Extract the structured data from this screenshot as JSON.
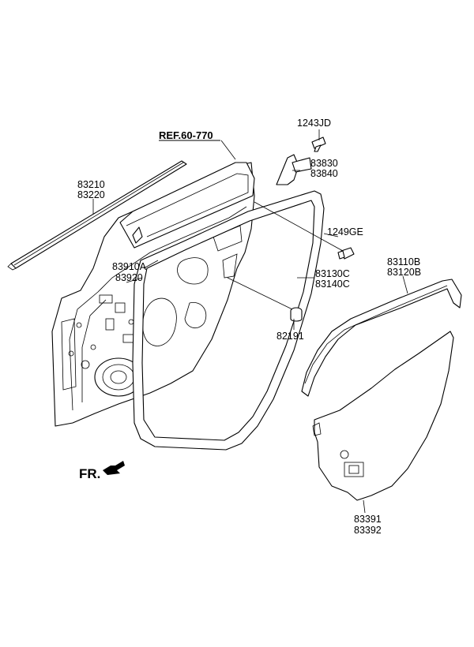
{
  "reference": "REF.60-770",
  "direction_label": "FR.",
  "labels": {
    "bolt_top": "1243JD",
    "bracket_a": "83830",
    "bracket_b": "83840",
    "bolt_right": "1249GE",
    "belt_a": "83210",
    "belt_b": "83220",
    "seal_trim_a": "83910A",
    "seal_trim_b": "83920",
    "weatherstrip_a": "83130C",
    "weatherstrip_b": "83140C",
    "plug": "82191",
    "channel_a": "83110B",
    "channel_b": "83120B",
    "film_a": "83391",
    "film_b": "83392"
  }
}
